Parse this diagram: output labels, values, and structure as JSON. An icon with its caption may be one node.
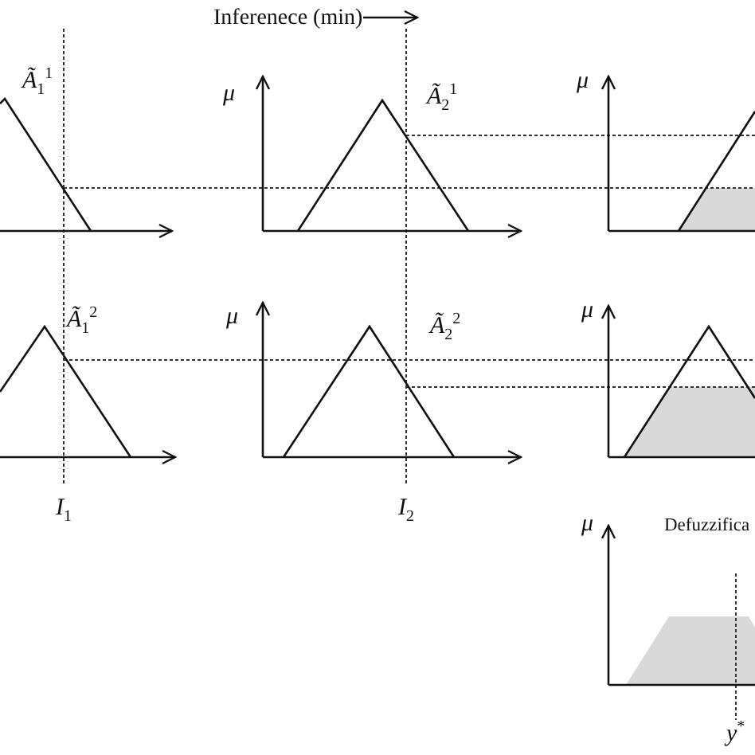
{
  "diagram": {
    "labels": [
      "Inferenece (min)",
      "*Ã*$_{1}$$^{1}$",
      "*μ*",
      "*Ã*$_{2}$$^{1}$",
      "*μ*",
      "*Ã*$_{1}$$^{2}$",
      "*μ*",
      "*Ã*$_{2}$$^{2}$",
      "*μ*",
      "*I*$_{1}$",
      "*I*$_{2}$",
      "*μ*",
      "Defuzzifica",
      "*y*$^{*}$"
    ]
  }
}
